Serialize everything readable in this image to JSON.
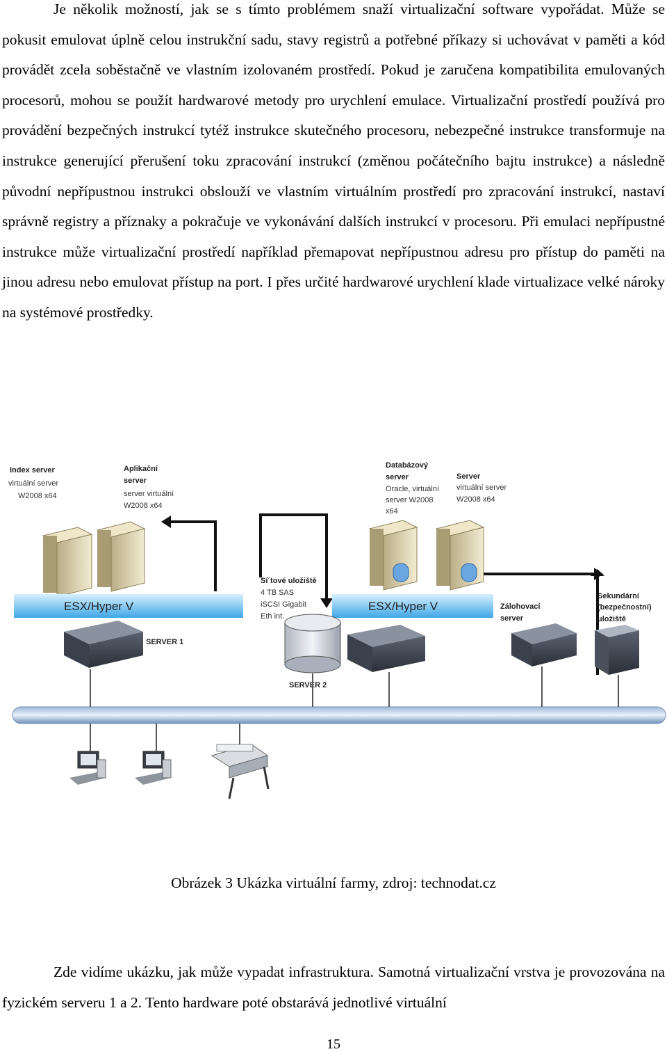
{
  "paragraph_1": "Je několik možností, jak se s tímto problémem snaží virtualizační software vypořádat. Může se pokusit emulovat úplně celou instrukční sadu, stavy registrů a potřebné příkazy si uchovávat v paměti a kód provádět zcela soběstačně ve vlastním izolovaném prostředí. Pokud je zaručena kompatibilita emulovaných procesorů, mohou se použít hardwarové metody pro urychlení emulace. Virtualizační prostředí používá pro provádění bezpečných instrukcí tytéž instrukce skutečného procesoru, nebezpečné instrukce transformuje na instrukce generující přerušení toku zpracování instrukcí (změnou počátečního bajtu instrukce) a následně původní nepřípustnou instrukci obslouží ve vlastním virtuálním prostředí pro zpracování instrukcí, nastaví správně registry a příznaky a pokračuje ve vykonávání dalších instrukcí v procesoru. Při emulaci nepřípustné instrukce může virtualizační prostředí například přemapovat nepřípustnou adresu pro přístup do paměti na jinou adresu nebo emulovat přístup na port. I přes určité hardwarové urychlení klade virtualizace velké nároky na systémové prostředky.",
  "diagram": {
    "index_server": [
      "Index server",
      "virtuální server",
      "W2008 x64"
    ],
    "app_server": [
      "Aplikační",
      "server",
      "server virtuální",
      "W2008 x64"
    ],
    "db_server": [
      "Databázový",
      "server",
      "Oracle, virtuální",
      "server W2008",
      "x64"
    ],
    "server": [
      "Server",
      "virtuální server",
      "W2008 x64"
    ],
    "storage": [
      "Sí´tové uložiště",
      "4 TB SAS",
      "iSCSI Gigabit",
      "Eth int."
    ],
    "esx_1": "ESX/Hyper V",
    "esx_2": "ESX/Hyper V",
    "server_1": "SERVER 1",
    "server_2": "SERVER 2",
    "backup_server": [
      "Zálohovací",
      "server"
    ],
    "secondary_storage": [
      "Sekundární",
      "(bezpečnostní)",
      "uložiště"
    ]
  },
  "caption": "Obrázek 3 Ukázka virtuální farmy, zdroj: technodat.cz",
  "paragraph_2": "Zde vidíme ukázku, jak může vypadat infrastruktura. Samotná virtualizační vrstva je provozována na fyzickém serveru 1 a 2. Tento hardware poté obstarává jednotlivé virtuální",
  "page_number": "15"
}
